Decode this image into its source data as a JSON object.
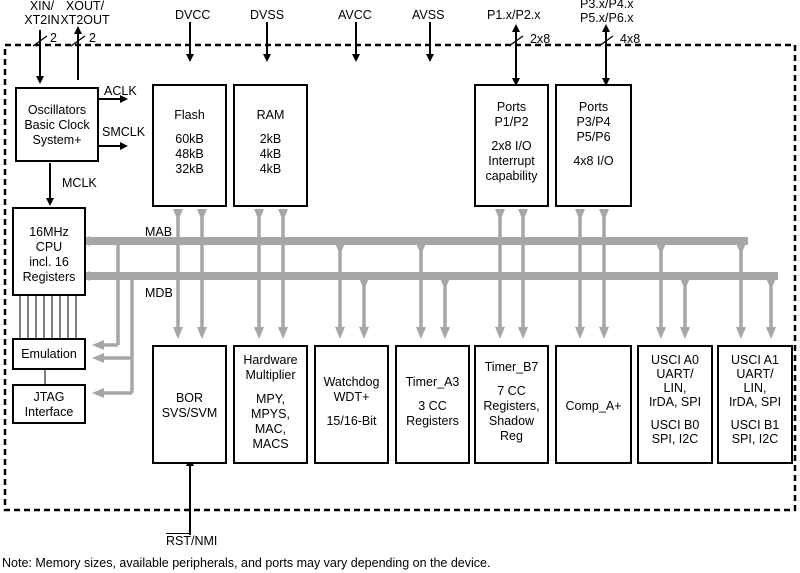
{
  "inputs": {
    "xin": [
      "XIN/",
      "XT2IN"
    ],
    "xout": [
      "XOUT/",
      "XT2OUT"
    ],
    "xin_width": "2",
    "xout_width": "2",
    "dvcc": "DVCC",
    "dvss": "DVSS",
    "avcc": "AVCC",
    "avss": "AVSS",
    "p12": "P1.x/P2.x",
    "p12_width": "2x8",
    "p3456": [
      "P3.x/P4.x",
      "P5.x/P6.x"
    ],
    "p3456_width": "4x8"
  },
  "signals": {
    "aclk": "ACLK",
    "smclk": "SMCLK",
    "mclk": "MCLK",
    "mab": "MAB",
    "mdb": "MDB"
  },
  "blocks": {
    "osc": [
      "Oscillators",
      "Basic Clock",
      "System+"
    ],
    "cpu": [
      "16MHz",
      "CPU",
      "incl. 16",
      "Registers"
    ],
    "emulation": [
      "Emulation"
    ],
    "jtag": [
      "JTAG",
      "Interface"
    ],
    "flash": {
      "title": "Flash",
      "sizes": [
        "60kB",
        "48kB",
        "32kB"
      ]
    },
    "ram": {
      "title": "RAM",
      "sizes": [
        "2kB",
        "4kB",
        "4kB"
      ]
    },
    "ports12": {
      "title": [
        "Ports",
        "P1/P2"
      ],
      "desc": [
        "2x8 I/O",
        "Interrupt",
        "capability"
      ]
    },
    "ports3456": {
      "title": [
        "Ports",
        "P3/P4",
        "P5/P6"
      ],
      "desc": [
        "4x8 I/O"
      ]
    },
    "bor": [
      "BOR",
      "SVS/SVM"
    ],
    "mpy": {
      "title": [
        "Hardware",
        "Multiplier"
      ],
      "ops": [
        "MPY,",
        "MPYS,",
        "MAC,",
        "MACS"
      ]
    },
    "wdt": {
      "title": [
        "Watchdog",
        "WDT+"
      ],
      "desc": [
        "15/16-Bit"
      ]
    },
    "timera3": {
      "title": [
        "Timer_A3"
      ],
      "desc": [
        "3 CC",
        "Registers"
      ]
    },
    "timerb7": {
      "title": [
        "Timer_B7"
      ],
      "desc": [
        "7 CC",
        "Registers,",
        "Shadow",
        "Reg"
      ]
    },
    "comp": [
      "Comp_A+"
    ],
    "usci0": {
      "a": [
        "USCI A0",
        "UART/",
        "LIN,",
        "IrDA, SPI"
      ],
      "b": [
        "USCI B0",
        "SPI, I2C"
      ]
    },
    "usci1": {
      "a": [
        "USCI A1",
        "UART/",
        "LIN,",
        "IrDA, SPI"
      ],
      "b": [
        "USCI B1",
        "SPI, I2C"
      ]
    }
  },
  "reset": {
    "rst": "RST",
    "nmi": "/NMI"
  },
  "note": "Note: Memory sizes, available peripherals, and ports may vary depending on the device.",
  "colors": {
    "bus": "#a6a6a6",
    "line": "#000000",
    "background": "#ffffff"
  }
}
